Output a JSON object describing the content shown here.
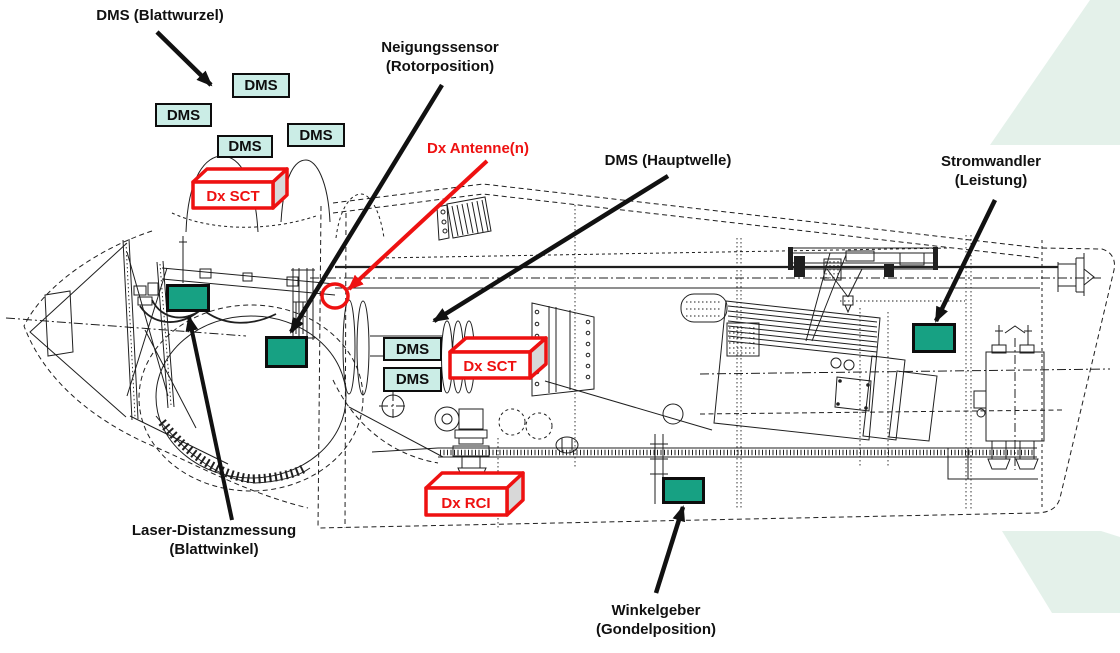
{
  "annotations": {
    "dms_blattwurzel": {
      "line1": "DMS (Blattwurzel)"
    },
    "neigungssensor": {
      "line1": "Neigungssensor",
      "line2": "(Rotorposition)"
    },
    "dx_antenne": {
      "line1": "Dx Antenne(n)"
    },
    "dms_hauptwelle": {
      "line1": "DMS (Hauptwelle)"
    },
    "stromwandler": {
      "line1": "Stromwandler",
      "line2": "(Leistung)"
    },
    "laser_distanzmessung": {
      "line1": "Laser-Distanzmessung",
      "line2": "(Blattwinkel)"
    },
    "winkelgeber": {
      "line1": "Winkelgeber",
      "line2": "(Gondelposition)"
    }
  },
  "sensor_boxes": {
    "dms": "DMS",
    "dx_sct": "Dx SCT",
    "dx_rci": "Dx RCI"
  },
  "colors": {
    "marker_green": "#17A183",
    "dms_cyan": "#CBEDE6",
    "accent_red": "#EE1111",
    "ink": "#111111",
    "mint": "#E4F1EA",
    "line": "#1F1F1F",
    "box_side": "#D8D8D8"
  }
}
